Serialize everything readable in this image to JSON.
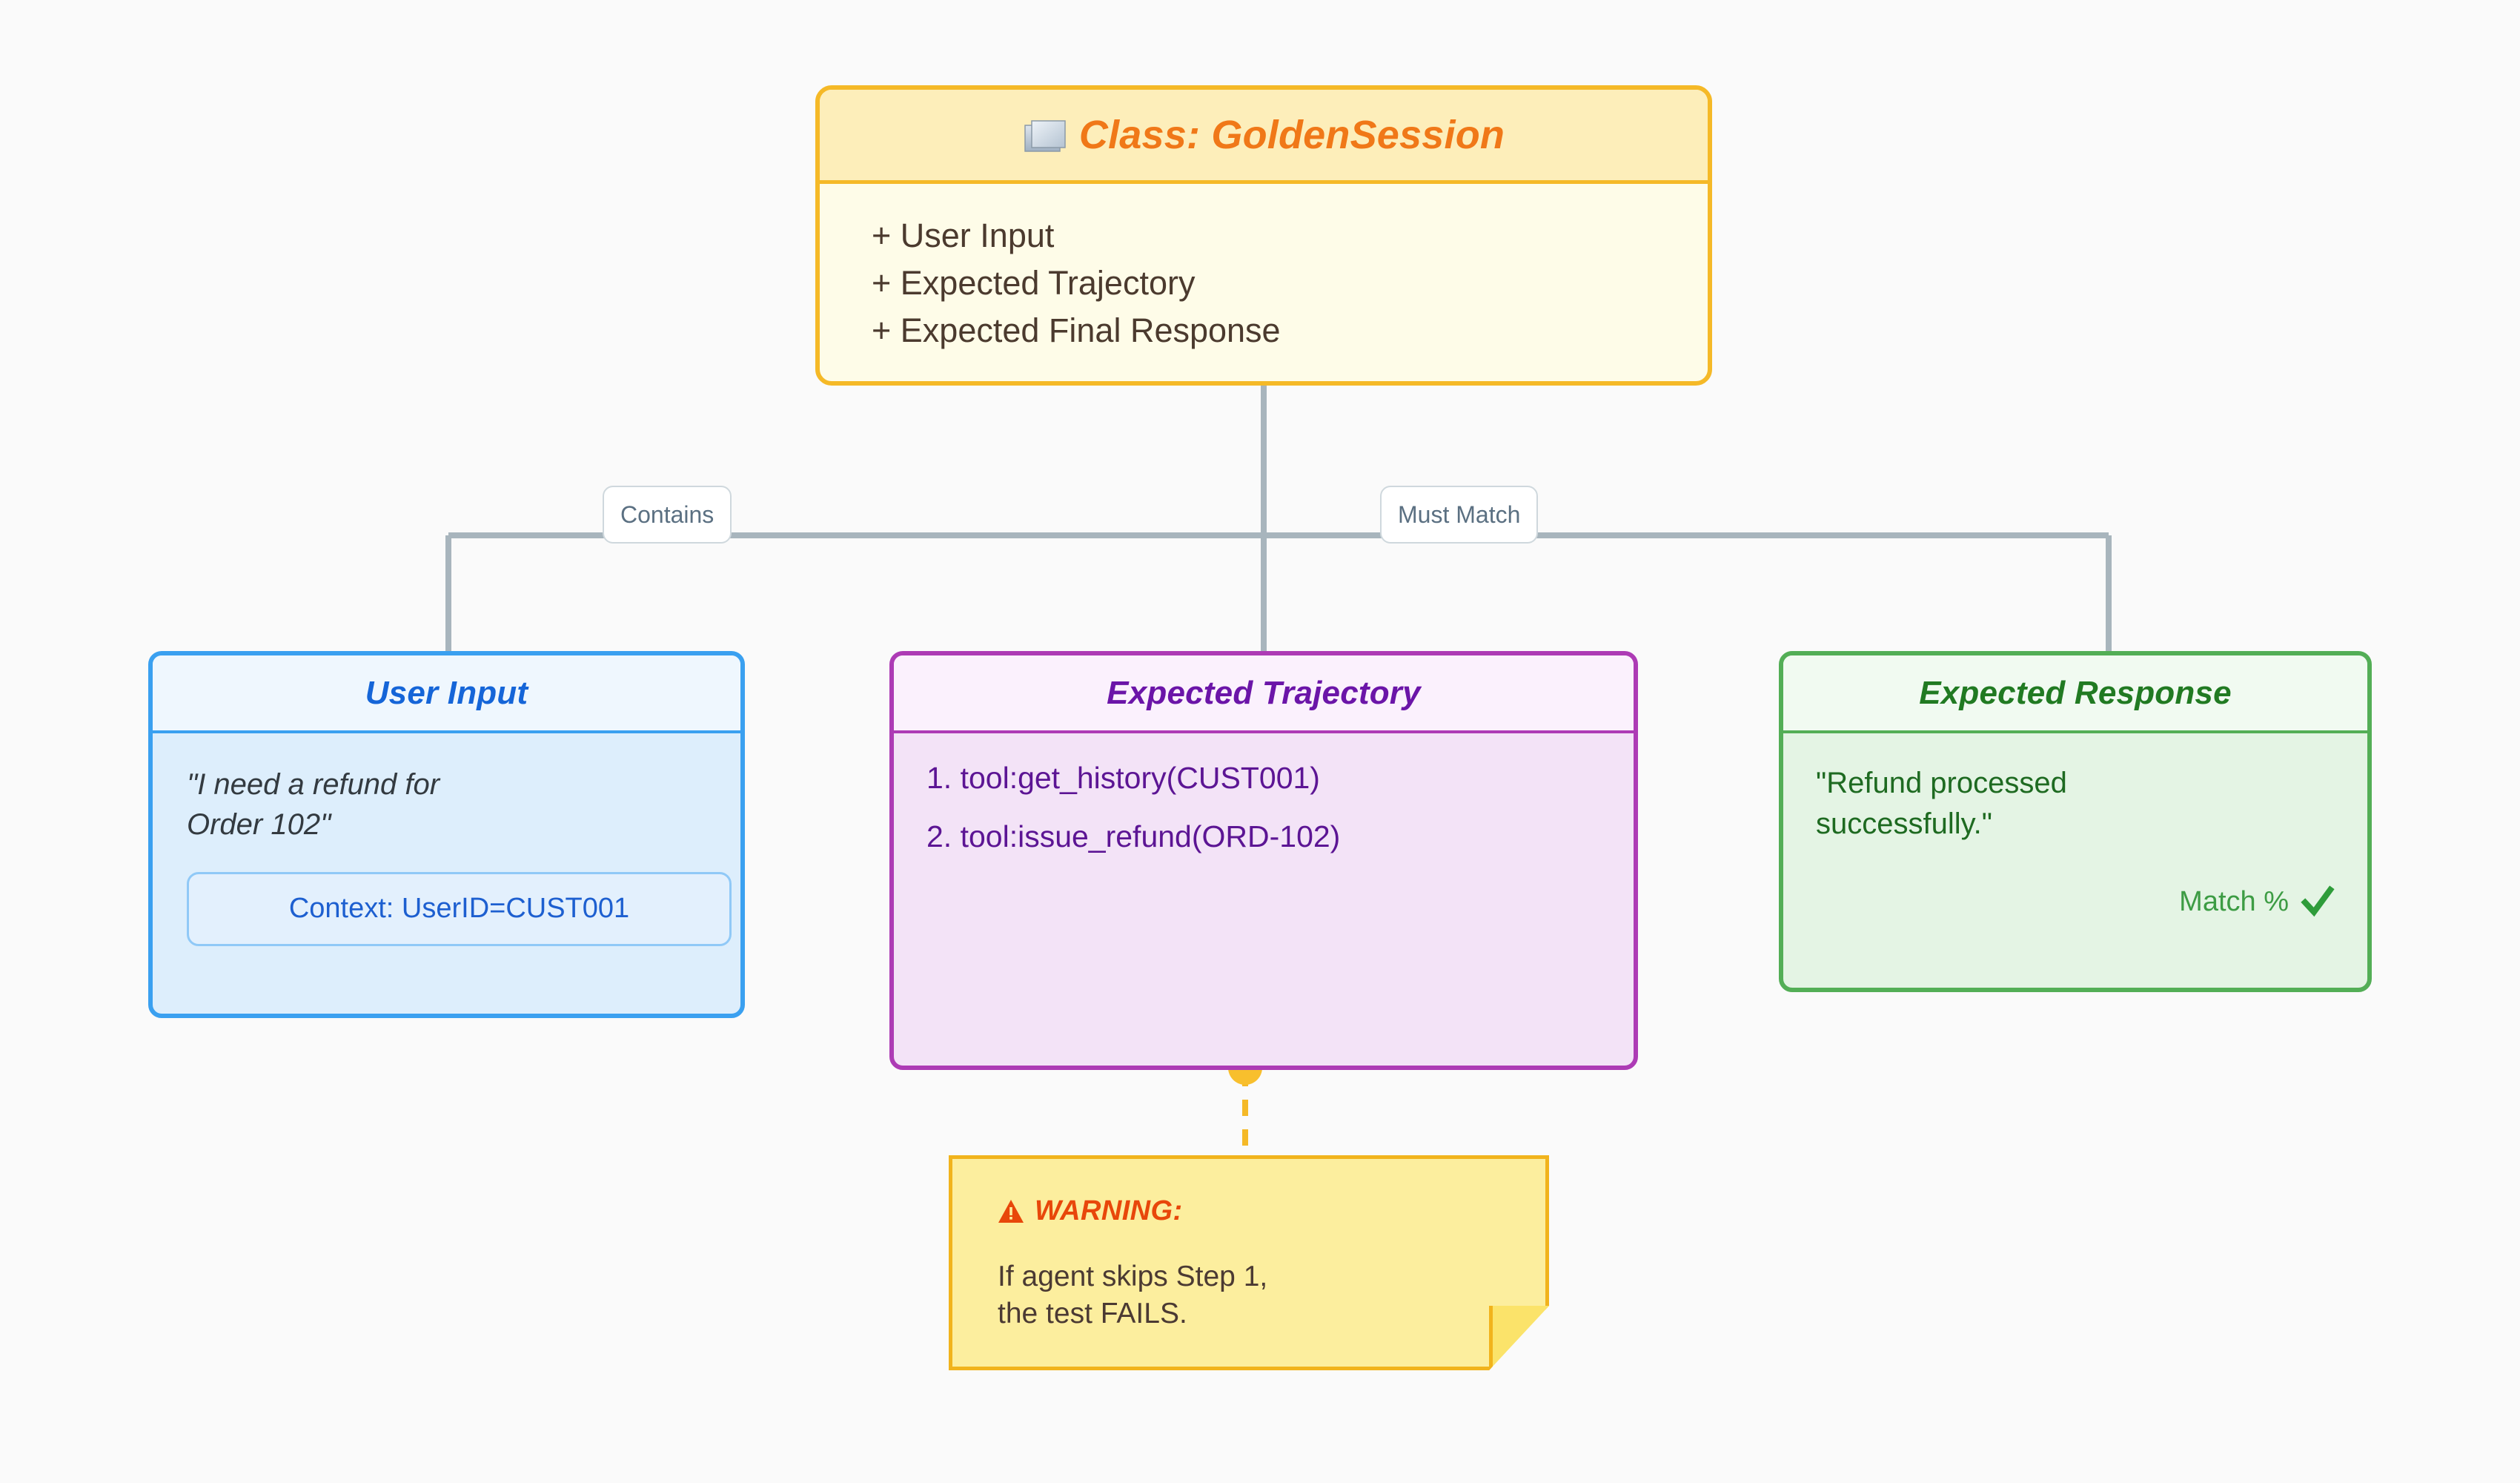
{
  "diagram": {
    "title": "GoldenSession class relationship diagram",
    "background_color": "#fafafa"
  },
  "class_box": {
    "icon": "folder-icon",
    "title": "Class: GoldenSession",
    "title_color": "#f07818",
    "border_color": "#f5b927",
    "attributes": [
      "+ User Input",
      "+ Expected Trajectory",
      "+ Expected Final Response"
    ]
  },
  "edges": [
    {
      "label": "Contains",
      "from": "class_box",
      "to": "user_input"
    },
    {
      "label": "Must Match",
      "from": "class_box",
      "to": "expected_response"
    }
  ],
  "user_input": {
    "title": "User Input",
    "title_color": "#1565d8",
    "border_color": "#3aa0f0",
    "quote": "\"I need a refund for\nOrder 102\"",
    "context_badge": "Context: UserID=CUST001"
  },
  "expected_trajectory": {
    "title": "Expected Trajectory",
    "title_color": "#6b15a8",
    "border_color": "#ad3bb5",
    "steps": [
      "1. tool:get_history(CUST001)",
      "2. tool:issue_refund(ORD-102)"
    ]
  },
  "expected_response": {
    "title": "Expected Response",
    "title_color": "#217a22",
    "border_color": "#53ae56",
    "quote": "\"Refund processed\nsuccessfully.\"",
    "match_label": "Match %",
    "match_icon": "check-icon"
  },
  "warning_note": {
    "icon": "warning-triangle-icon",
    "title": "WARNING:",
    "title_color": "#e8470a",
    "body": "If agent skips Step 1,\nthe test FAILS.",
    "background_color": "#fcee9e",
    "border_color": "#f1b31c"
  }
}
